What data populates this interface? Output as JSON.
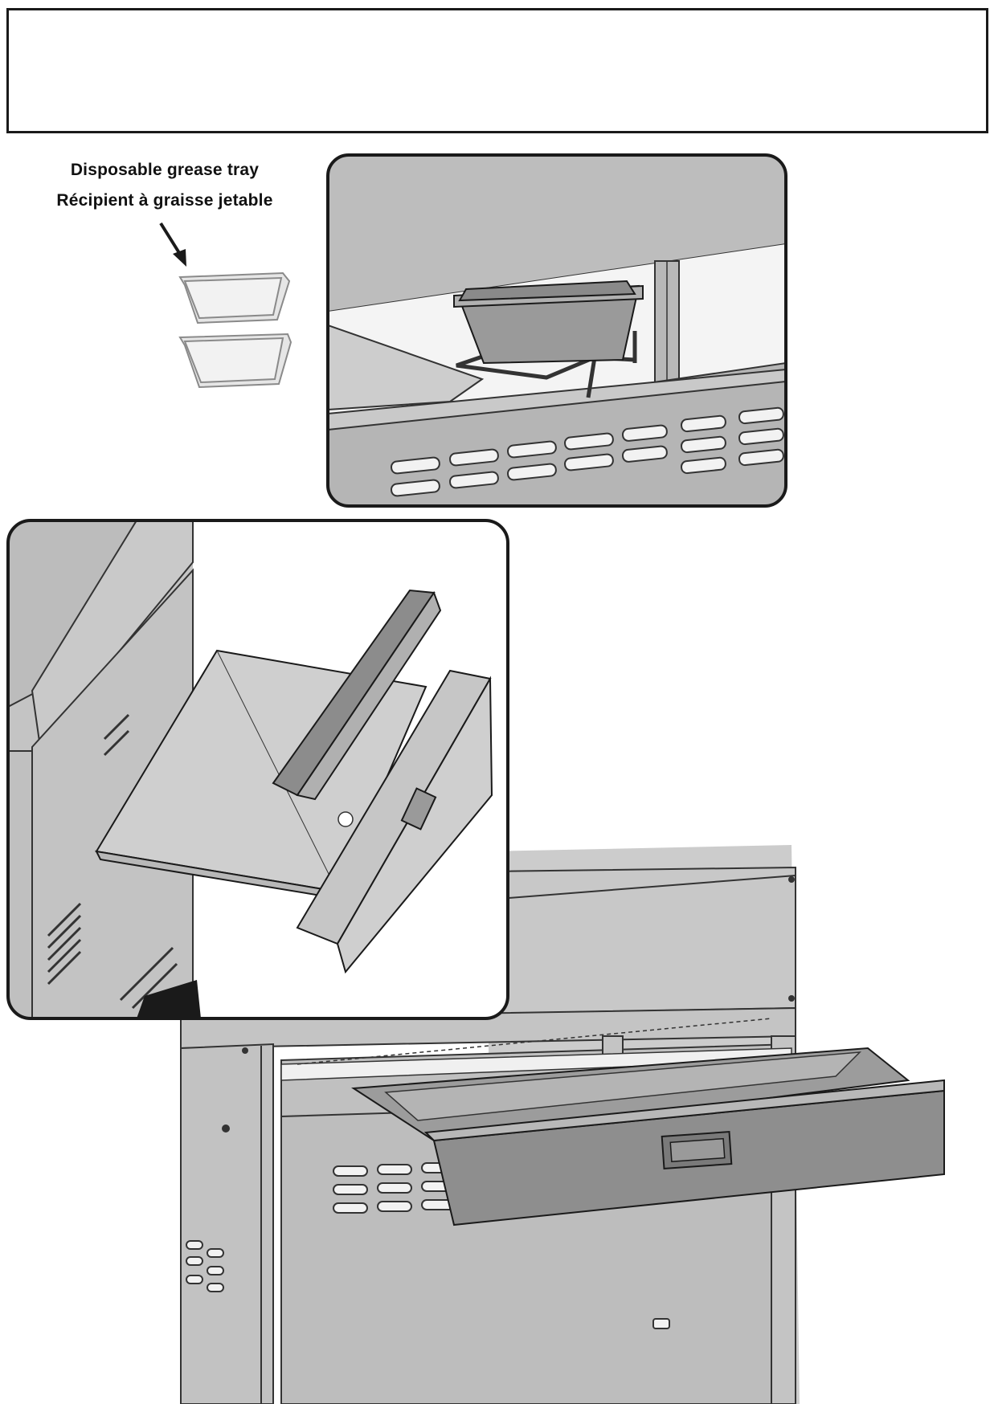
{
  "header": {
    "text": ""
  },
  "callout": {
    "label_en": "Disposable grease tray",
    "label_fr": "Récipient à graisse jetable"
  },
  "colors": {
    "metal_light": "#c8c8c8",
    "metal_mid": "#a6a6a6",
    "metal_dark": "#8a8a8a",
    "outline": "#1a1a1a"
  },
  "figures": {
    "inset_top": "grease-tray-in-holder-detail",
    "inset_left": "drip-pan-with-shield-detail",
    "main": "cart-with-drip-pan-drawer"
  }
}
